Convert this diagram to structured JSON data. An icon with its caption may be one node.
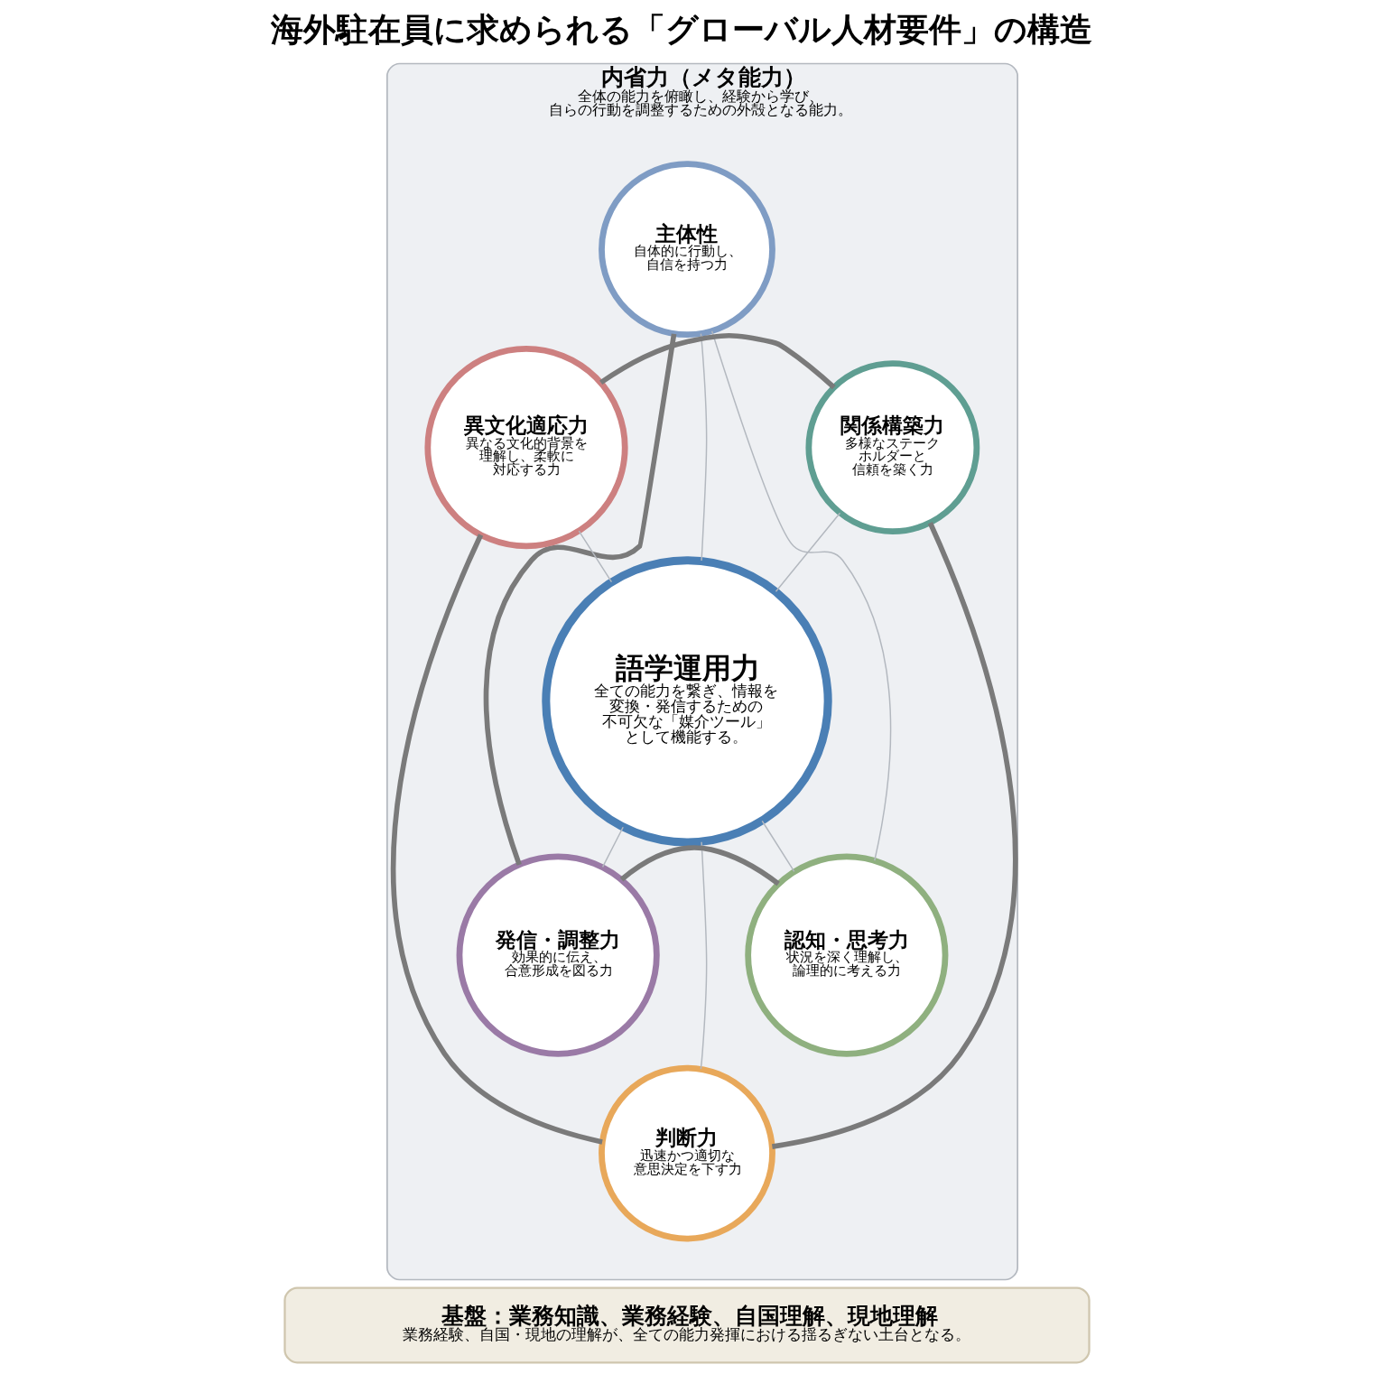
{
  "diagram": {
    "title": "海外駐在員に求められる「グローバル人材要件」の構造",
    "nodes": [
      {
        "text": [
          "内省力（メタ能力）",
          "全体の能力を俯瞰し、経験から学び、自らの行動を調整するための外殻となる能力。"
        ]
      },
      {
        "text": [
          "主体性",
          "自体的に行動し、自信を持つ力"
        ],
        "in": 0
      },
      {
        "text": [
          "異文化適応力",
          "異なる文化的背景を理解し、柔軟に対応する力"
        ],
        "in": 0
      },
      {
        "text": [
          "関係構築力",
          "多様なステークホルダーと信頼を築く力"
        ],
        "in": 0
      },
      {
        "text": [
          "語学運用力",
          "全ての能力を繋ぎ、情報を変換・発信するための不可欠な「媒介ツール」として機能する。"
        ],
        "in": 0
      },
      {
        "text": [
          "発信・調整力",
          "効果的に伝え、合意形成を図る力"
        ],
        "in": 0
      },
      {
        "text": [
          "認知・思考力",
          "状況を深く理解し、論理的に考える力"
        ],
        "in": 0
      },
      {
        "text": [
          "判断力",
          "迅速かつ適切な意思決定を下す力"
        ],
        "in": 0
      },
      {
        "text": [
          "基盤：業務知識、業務経験、自国理解、現地理解",
          "業務経験、自国・現地の理解が、全ての能力発揮における揺るぎない土台となる。"
        ]
      }
    ],
    "edges": [
      {
        "from": 1,
        "to": 5,
        "arrow": "none",
        "style": "thick",
        "color": "#7a7a7a"
      },
      {
        "from": 2,
        "to": 4,
        "arrow": "none"
      },
      {
        "from": 1,
        "to": 4,
        "arrow": "none"
      },
      {
        "from": 3,
        "to": 4,
        "arrow": "none"
      },
      {
        "from": 4,
        "to": 5,
        "arrow": "none"
      },
      {
        "from": 4,
        "to": 6,
        "arrow": "none"
      },
      {
        "from": 1,
        "to": 6,
        "arrow": "none"
      },
      {
        "from": 2,
        "to": 3,
        "arrow": "none",
        "style": "thick",
        "color": "#7a7a7a"
      },
      {
        "from": 2,
        "to": 7,
        "arrow": "none",
        "style": "thick",
        "color": "#7a7a7a"
      },
      {
        "from": 4,
        "to": 7,
        "arrow": "none"
      },
      {
        "from": 3,
        "to": 7,
        "arrow": "none",
        "style": "thick",
        "color": "#7a7a7a"
      },
      {
        "from": 5,
        "to": 6,
        "arrow": "none",
        "style": "thick",
        "color": "#7a7a7a"
      }
    ]
  }
}
